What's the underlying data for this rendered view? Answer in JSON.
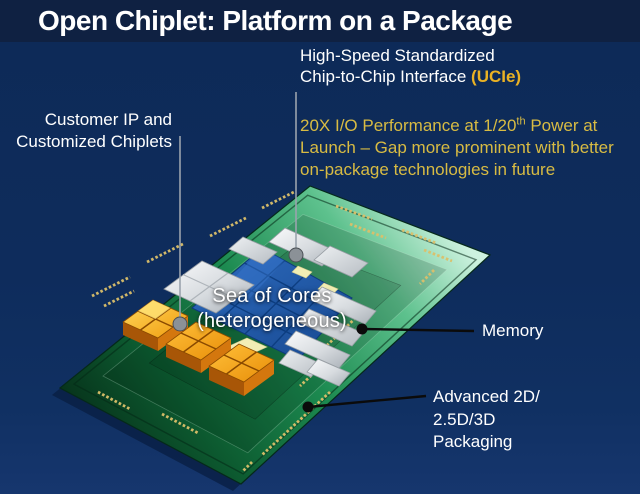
{
  "slide": {
    "title": "Open Chiplet: Platform on a Package",
    "colors": {
      "banner_bg": "#0f2142",
      "body_bg": "#0e2c5c",
      "title_text": "#ffffff",
      "label_text": "#ffffff",
      "paragraph_yellow": "#d8bb43",
      "ucie_yellow": "#eab224",
      "board_green_light": "#c9f0dd",
      "board_green": "#1c8a50",
      "board_green_dark": "#07351c",
      "core_blue": "#1e56a5",
      "chiplet_orange": "#f09a0c",
      "memory_silver": "#d9dde2",
      "pad_gold": "#dcc06a"
    }
  },
  "annotations": {
    "interface": {
      "line1": "High-Speed Standardized",
      "line2_prefix": "Chip-to-Chip Interface ",
      "highlight": "(UCIe)"
    },
    "customer": {
      "line1": "Customer IP and",
      "line2": "Customized Chiplets"
    },
    "performance": {
      "line1_prefix": "20X I/O Performance at 1/20",
      "line1_sup": "th",
      "line1_suffix": " Power at",
      "line2": "Launch – Gap more prominent with better",
      "line3": "on-package technologies in future"
    },
    "memory": {
      "label": "Memory"
    },
    "packaging": {
      "line1": "Advanced 2D/",
      "line2": "2.5D/3D",
      "line3": "Packaging"
    }
  },
  "package_diagram": {
    "die_label_line1": "Sea of Cores",
    "die_label_line2": "(heterogeneous)"
  }
}
